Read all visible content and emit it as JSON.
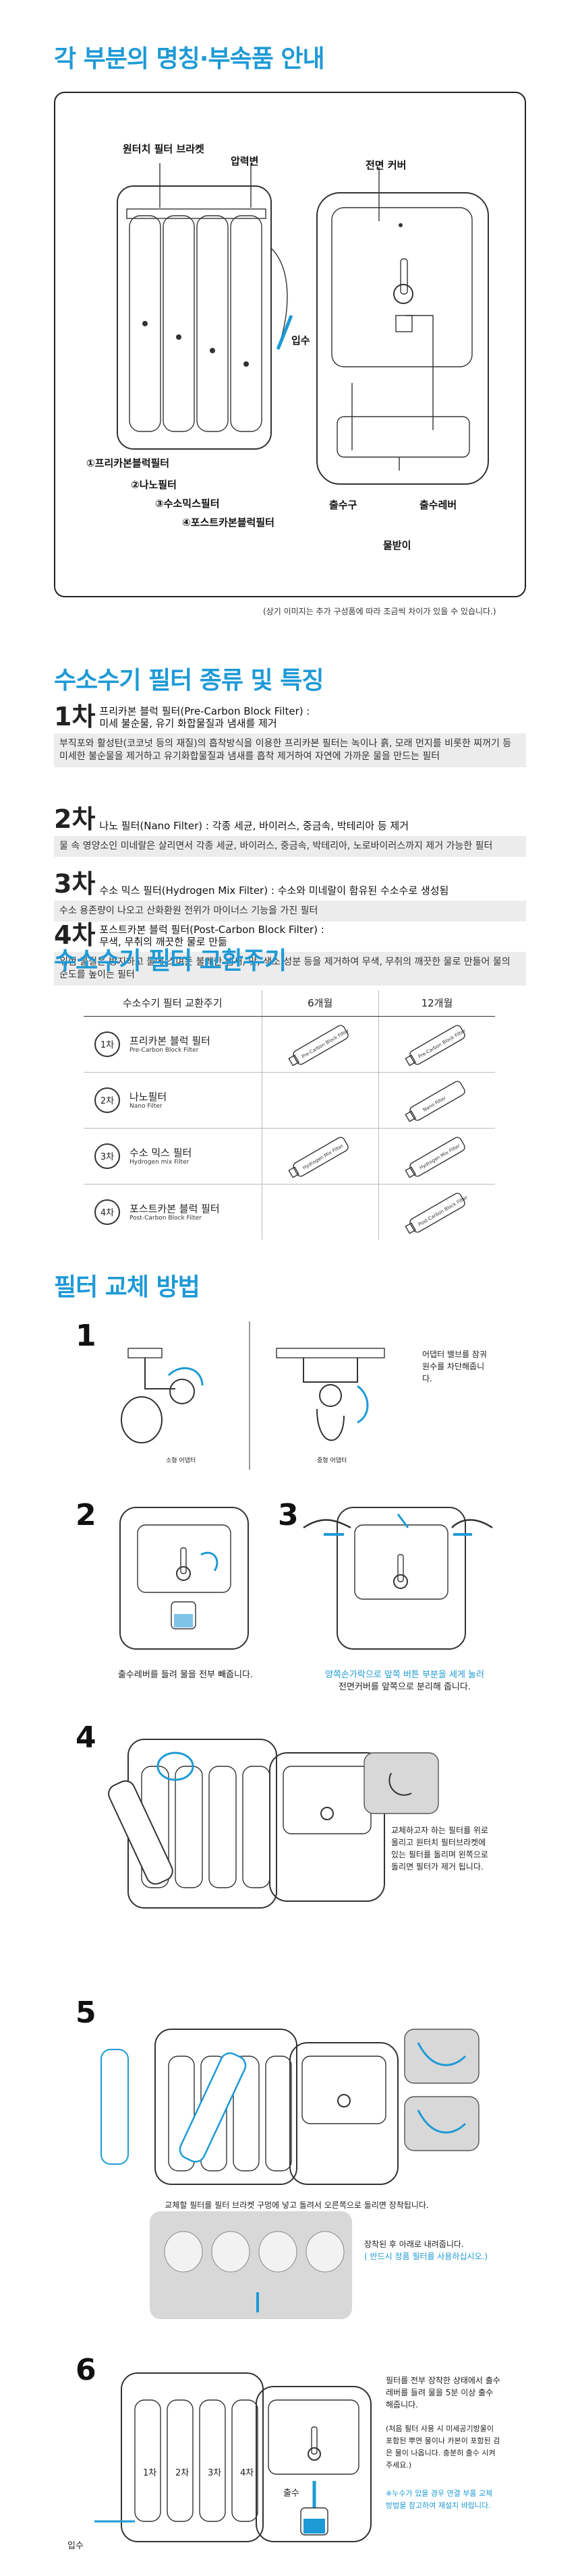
{
  "sections": {
    "parts_title": "각 부분의 명칭·부속품 안내",
    "filter_types_title": "수소수기 필터 종류 및 특징",
    "schedule_title": "수소수기 필터 교환주기",
    "method_title": "필터 교체 방법"
  },
  "parts": {
    "bracket": "원터치 필터 브라켓",
    "pressure_valve": "압력변",
    "front_cover": "전면 커버",
    "inlet": "입수",
    "filter1": "①프리카본블럭필터",
    "filter2": "②나노필터",
    "filter3": "③수소믹스필터",
    "filter4": "④포스트카본블럭필터",
    "outlet": "출수구",
    "lever": "출수레버",
    "tray": "물받이",
    "footnote": "(상기 이미지는 추가 구성품에 따라 조금씩 차이가 있을 수 있습니다.)"
  },
  "filter_types": [
    {
      "num": "1차",
      "lines": [
        "프리카본 블럭 필터(Pre-Carbon Block Filter) :",
        "미세 불순물, 유기 화합물질과 냄새를 제거"
      ],
      "desc": "부직포와 활성탄(코코넛 등의 재질)의 흡착방식을 이용한 프리카본 필터는 녹이나 흙, 모래 먼지를 비롯한 찌꺼기 등 미세한 불순물을 제거하고 유기화합물질과 냄새를 흡착 제거하여 자연에 가까운 물을 만드는 필터"
    },
    {
      "num": "2차",
      "lines": [
        "나노 필터(Nano Filter) : 각종 세균, 바이러스, 중금속, 박테리아 등 제거"
      ],
      "desc": "물 속 영양소인 미네랄은 살리면서 각종 세균, 바이러스, 중금속, 박테리아, 노로바이러스까지 제거 가능한 필터"
    },
    {
      "num": "3차",
      "lines": [
        "수소 믹스 필터(Hydrogen Mix Filter) : 수소와 미네랄이 함유된 수소수로 생성됨"
      ],
      "desc": "수소 용존량이 나오고 산화환원 전위가 마이너스 기능을 가진 필터"
    },
    {
      "num": "4차",
      "lines": [
        "포스트카본 블럭 필터(Post-Carbon Block Filter) :",
        "무색, 무취의 깨끗한 물로 만듦"
      ],
      "desc": "위험 물질은 방지하고 물에 스며든 불쾌한 냄새, 맛, 색소 성분 등을 제거하여 무색, 무취의 깨끗한 물로 만들어 물의 순도를 높이는 필터"
    }
  ],
  "schedule": {
    "headers": [
      "수소수기 필터 교환주기",
      "6개월",
      "12개월"
    ],
    "rows": [
      {
        "order": "1차",
        "name": "프리카본 블럭 필터",
        "sub": "Pre-Carbon Block Filter",
        "six": "Pre-Carbon Block Filter",
        "twelve": "Pre-Carbon Block Filter"
      },
      {
        "order": "2차",
        "name": "나노필터",
        "sub": "Nano Filter",
        "six": "",
        "twelve": "Nano Filter"
      },
      {
        "order": "3차",
        "name": "수소 믹스 필터",
        "sub": "Hydrogen mix Filter",
        "six": "Hydrogen Mix Filter",
        "twelve": "Hydrogen Mix Filter"
      },
      {
        "order": "4차",
        "name": "포스트카본 블럭 필터",
        "sub": "Post-Carbon Block Filter",
        "six": "",
        "twelve": "Post-Carbon Block Filter"
      }
    ]
  },
  "steps": {
    "s1": {
      "num": "1",
      "cap_left": "소형 어댑터",
      "cap_mid": "중형 어댑터",
      "text": "어댑터 밸브를 잠궈 원수를 차단해줍니다."
    },
    "s2": {
      "num": "2",
      "text": "출수레버를 들려 물을 전부 빼줍니다."
    },
    "s3": {
      "num": "3",
      "text_blue": "양쪽손가락으로 앞쪽 버튼 부분을 세게 눌러",
      "text": "전면커버를 앞쪽으로 분리해 줍니다."
    },
    "s4": {
      "num": "4",
      "text": "교체하고자 하는 필터를 위로 올리고 원터치 필터브라켓에 있는 필터를 돌리며 왼쪽으로 돌리면 필터가 제거 됩니다."
    },
    "s5": {
      "num": "5",
      "text": "교체할 필터를 필터 브라켓 구멍에 넣고 돌려서 오른쪽으로 돌리면 장착됩니다.",
      "text2": "장착된 후 아래로 내려줍니다.",
      "text2_blue": "( 반드시 정품 필터를 사용하십시오.)"
    },
    "s6": {
      "num": "6",
      "filters": [
        "1차",
        "2차",
        "3차",
        "4차"
      ],
      "inlet": "입수",
      "outlet": "출수",
      "text": "필터를 전부 장착한 상태에서 출수레버를 들려 물을 5분 이상 출수해줍니다.",
      "text_note": "(처음 필터 사용 시 미세공기방울이 포함된 뿌연 물이나 카본이 포함된 검은 물이 나옵니다. 충분히 출수 시켜주세요.)",
      "text_blue": "※누수가 있을 경우 연결 부품 교체 방법을 참고하여 재설치 바랍니다."
    }
  }
}
